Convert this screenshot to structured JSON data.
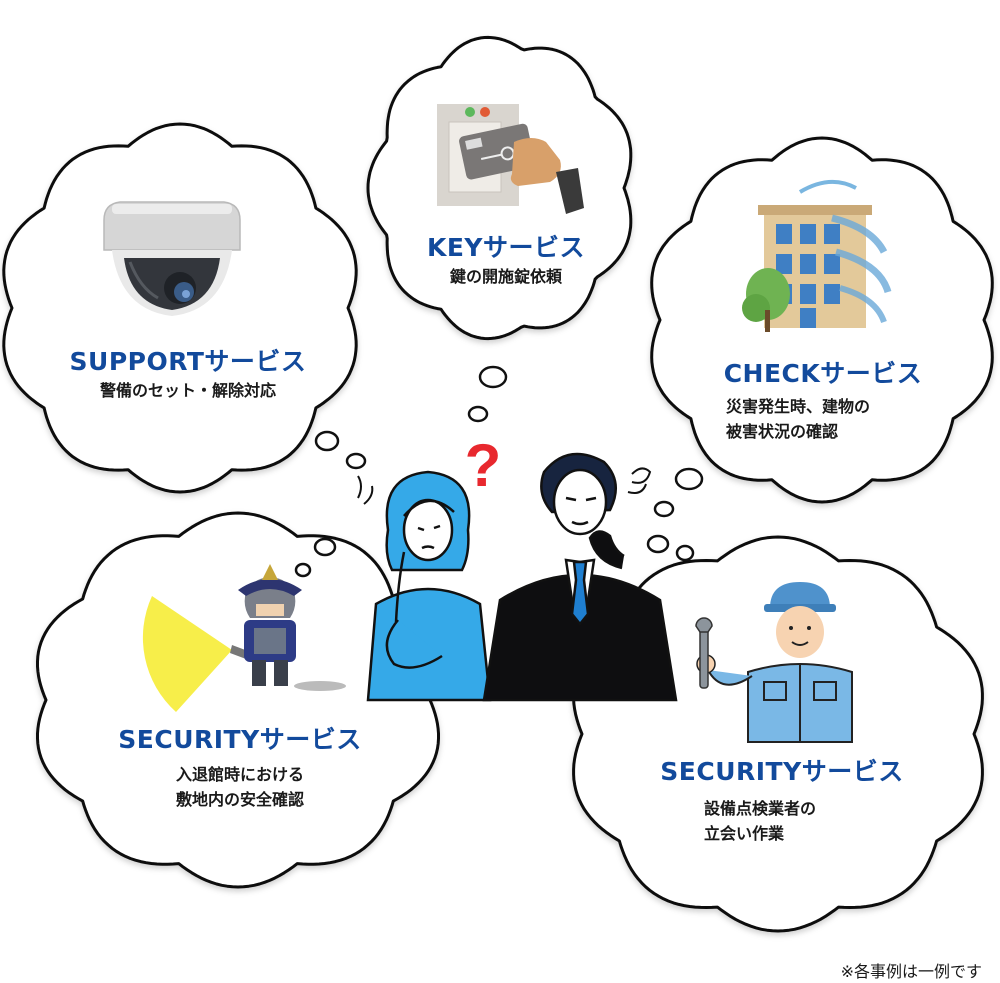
{
  "services": [
    {
      "id": "key",
      "title": "KEYサービス",
      "lines": [
        "鍵の開施錠依頼"
      ]
    },
    {
      "id": "support",
      "title": "SUPPORTサービス",
      "lines": [
        "警備のセット・解除対応"
      ]
    },
    {
      "id": "check",
      "title": "CHECKサービス",
      "lines": [
        "災害発生時、建物の",
        "被害状況の確認"
      ]
    },
    {
      "id": "security-entry",
      "title": "SECURITYサービス",
      "lines": [
        "入退館時における",
        "敷地内の安全確認"
      ]
    },
    {
      "id": "security-work",
      "title": "SECURITYサービス",
      "lines": [
        "設備点検業者の",
        "立会い作業"
      ]
    }
  ],
  "question_mark": "?",
  "footnote": "※各事例は一例です",
  "colors": {
    "title_blue": "#124a9c",
    "question_red": "#e8282e",
    "woman_shirt": "#35a9e8",
    "man_tie": "#1f7fd0",
    "worker_blue": "#6fb6e8",
    "flashlight_yellow": "#f7ee4a"
  },
  "icons": [
    "dome-camera-icon",
    "keycard-reader-icon",
    "building-wind-icon",
    "samurai-guard-icon",
    "maintenance-worker-icon"
  ]
}
